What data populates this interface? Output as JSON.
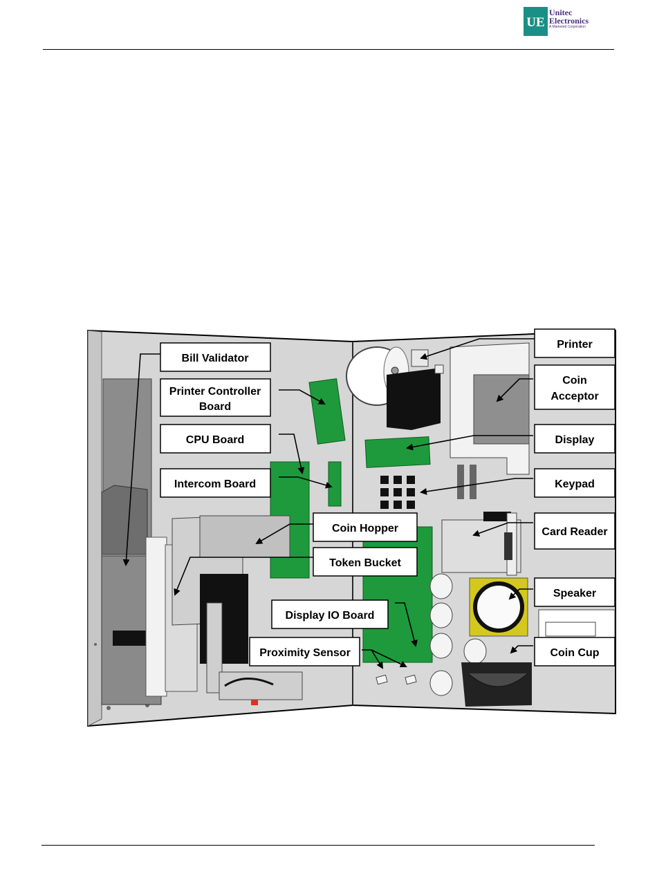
{
  "header": {
    "logo_mark": "UE",
    "logo_line1": "Unitec",
    "logo_line2": "Electronics",
    "logo_line3": "A Marketed Corporation"
  },
  "diagram": {
    "labels": {
      "bill_validator": "Bill Validator",
      "printer_controller_board": [
        "Printer Controller",
        "Board"
      ],
      "cpu_board": "CPU Board",
      "intercom_board": "Intercom Board",
      "coin_hopper": "Coin Hopper",
      "token_bucket": "Token Bucket",
      "display_io_board": "Display IO Board",
      "proximity_sensor": "Proximity Sensor",
      "printer": "Printer",
      "coin_acceptor": [
        "Coin",
        "Acceptor"
      ],
      "display": "Display",
      "keypad": "Keypad",
      "card_reader": "Card Reader",
      "speaker": "Speaker",
      "coin_cup": "Coin Cup"
    },
    "colors": {
      "board_green": "#1e9a3c",
      "panel_gray": "#d0d0d0",
      "speaker_yellow": "#d4c81e"
    }
  }
}
